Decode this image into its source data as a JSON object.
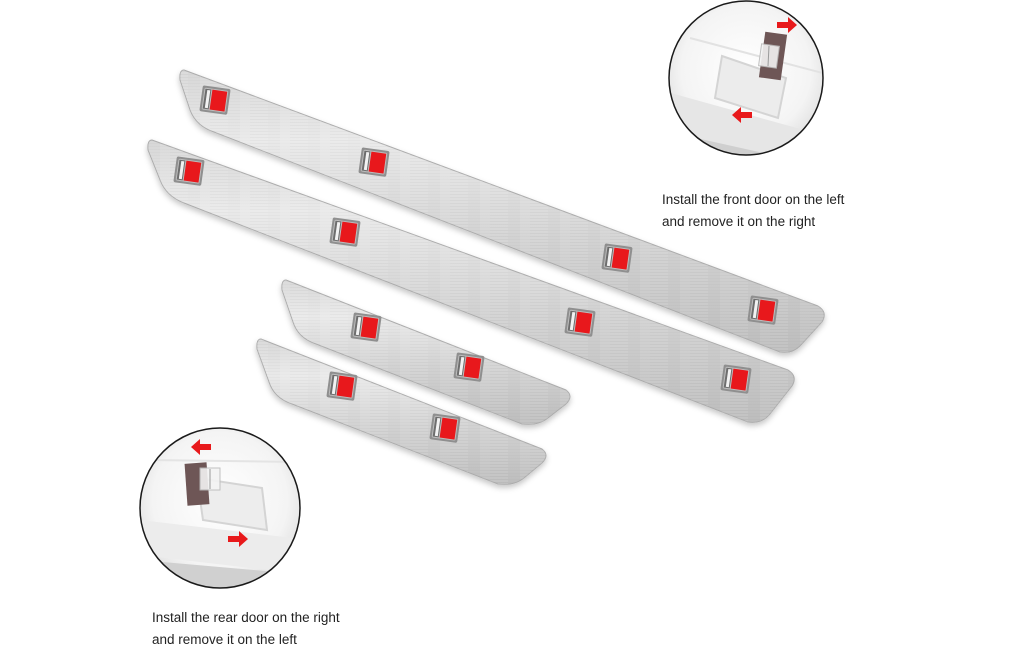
{
  "image": {
    "description": "Product photo: four brushed-aluminium door sill plates with red square accents, plus two circular close-up insets showing clip installation",
    "background": "#ffffff"
  },
  "colors": {
    "plate_light": "#e6e6e6",
    "plate_mid": "#cfcfcf",
    "plate_dark": "#b5b5b5",
    "plate_edge": "#a9a9a9",
    "accent_red": "#e8181c",
    "recess": "#8c8c8c",
    "clip_brown": "#6e5656",
    "arrow_red": "#e8191b",
    "inset_border": "#1a1a1a"
  },
  "plates": [
    {
      "name": "front-left-long",
      "badges": 4
    },
    {
      "name": "front-right-long",
      "badges": 4
    },
    {
      "name": "rear-left-short",
      "badges": 2
    },
    {
      "name": "rear-right-short",
      "badges": 2
    }
  ],
  "insets": {
    "front": {
      "caption_line1": "Install the front door on the left",
      "caption_line2": "and remove it on the right",
      "arrows": [
        "right (top)",
        "left (bottom)"
      ]
    },
    "rear": {
      "caption_line1": "Install the rear door on the right",
      "caption_line2": "and remove it on the left",
      "arrows": [
        "left (top)",
        "right (bottom)"
      ]
    }
  }
}
